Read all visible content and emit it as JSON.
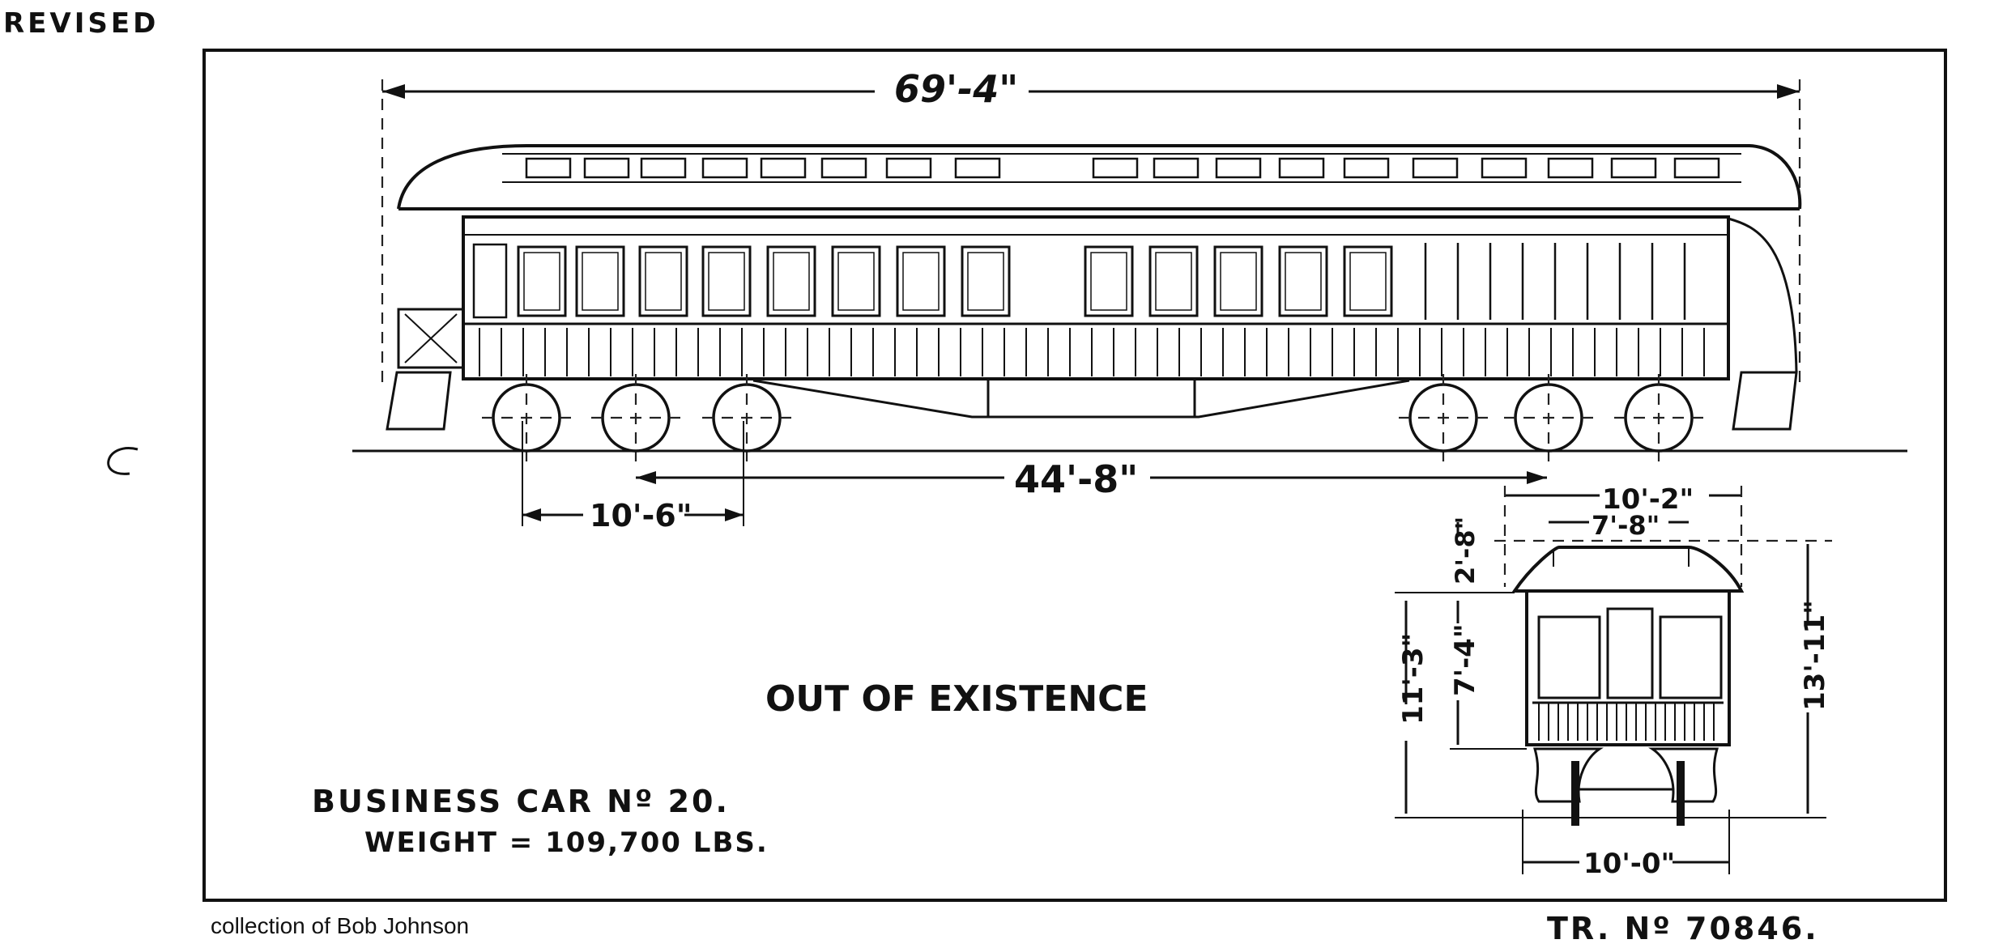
{
  "header": {
    "stamp": "REVISED"
  },
  "dimensions": {
    "overall_length": "69'-4\"",
    "truck_centers": "44'-8\"",
    "truck_wheelbase": "10'-6\"",
    "width_outside": "10'-2\"",
    "width_roof": "7'-8\"",
    "roof_height": "2'-8\"",
    "body_height": "7'-4\"",
    "floor_height": "11'-3\"",
    "total_height": "13'-11\"",
    "track_width": "10'-0\""
  },
  "status": "OUT OF EXISTENCE",
  "car": {
    "name": "BUSINESS CAR Nº 20.",
    "weight": "WEIGHT = 109,700 LBS."
  },
  "footer": {
    "credit": "collection of Bob Johnson",
    "tr_number": "TR. Nº 70846."
  }
}
